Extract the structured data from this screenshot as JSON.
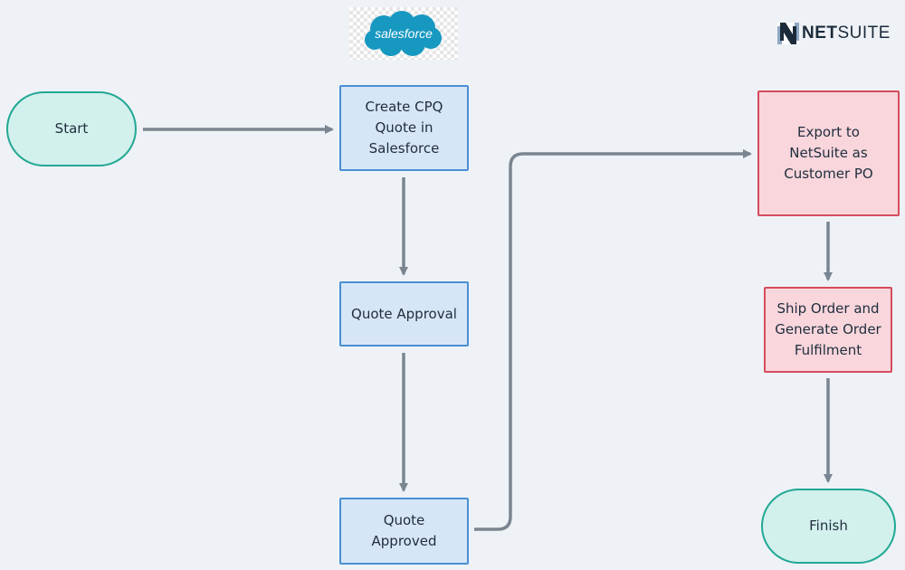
{
  "logos": {
    "salesforce": {
      "text": "salesforce",
      "color": "#1798c1"
    },
    "netsuite": {
      "bold": "NET",
      "light": "SUITE",
      "color": "#1c2b3a"
    }
  },
  "nodes": {
    "start": {
      "label": "Start"
    },
    "create_quote": {
      "label": "Create CPQ\nQuote in\nSalesforce"
    },
    "quote_approval": {
      "label": "Quote Approval"
    },
    "quote_approved": {
      "label": "Quote\nApproved"
    },
    "export_netsuite": {
      "label": "Export to\nNetSuite as\nCustomer PO"
    },
    "ship_order": {
      "label": "Ship Order and\nGenerate Order\nFulfilment"
    },
    "finish": {
      "label": "Finish"
    }
  },
  "edges": [
    {
      "from": "start",
      "to": "create_quote"
    },
    {
      "from": "create_quote",
      "to": "quote_approval"
    },
    {
      "from": "quote_approval",
      "to": "quote_approved"
    },
    {
      "from": "quote_approved",
      "to": "export_netsuite"
    },
    {
      "from": "export_netsuite",
      "to": "ship_order"
    },
    {
      "from": "ship_order",
      "to": "finish"
    }
  ],
  "colors": {
    "background": "#eef2f6",
    "connector": "#7a8591",
    "terminal_fill": "#d2f0ec",
    "terminal_border": "#22a894",
    "salesforce_fill": "#d6e6f7",
    "salesforce_border": "#4a8fd4",
    "netsuite_fill": "#f8d6dc",
    "netsuite_border": "#d64b5e"
  }
}
